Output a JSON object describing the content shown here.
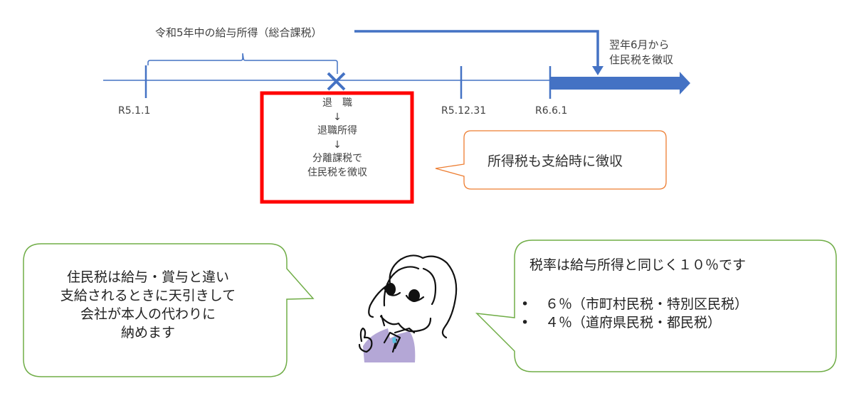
{
  "timeline": {
    "income_label": "令和5年中の給与所得（総合課税）",
    "collection_label_line1": "翌年6月から",
    "collection_label_line2": "住民税を徴収",
    "dates": [
      {
        "label": "R5.1.1"
      },
      {
        "label": "R5.12.31"
      },
      {
        "label": "R6.6.1"
      }
    ],
    "retirement_marker_icon": "cross-mark-icon"
  },
  "retirement_box": {
    "lines": [
      "退　職",
      "↓",
      "退職所得",
      "↓",
      "分離課税で",
      "住民税を徴収"
    ]
  },
  "callout_income_tax": {
    "text": "所得税も支給時に徴収"
  },
  "left_bubble": {
    "lines": [
      "住民税は給与・賞与と違い",
      "支給されるときに天引きして",
      "会社が本人の代わりに",
      "納めます"
    ]
  },
  "character": {
    "icon": "woman-thinking-illustration-icon"
  },
  "right_bubble": {
    "headline": "税率は給与所得と同じく１０％です",
    "bullets": [
      {
        "bullet": "•",
        "text": "６％（市町村民税・特別区民税）"
      },
      {
        "bullet": "•",
        "text": "４％（道府県民税・都民税）"
      }
    ]
  },
  "colors": {
    "timeline_blue": "#4472c4",
    "box_red": "#ff0000",
    "callout_orange": "#ed7d31",
    "bubble_green": "#70ad47",
    "shirt_lavender": "#b4a7d6",
    "tie_cyan": "#5bc0de"
  }
}
